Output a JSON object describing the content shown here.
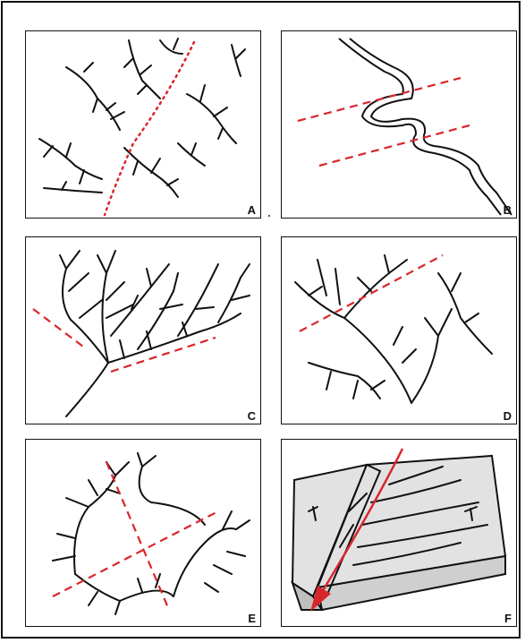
{
  "figure": {
    "panels": [
      {
        "id": "A",
        "label": "A"
      },
      {
        "id": "B",
        "label": "B"
      },
      {
        "id": "C",
        "label": "C"
      },
      {
        "id": "D",
        "label": "D"
      },
      {
        "id": "E",
        "label": "E"
      },
      {
        "id": "F",
        "label": "F"
      }
    ]
  },
  "colors": {
    "frame": "#111111",
    "stream": "#111111",
    "lineament": "#d9262b",
    "block_face": "#d6d6d6",
    "block_top": "#e2e2e2"
  }
}
